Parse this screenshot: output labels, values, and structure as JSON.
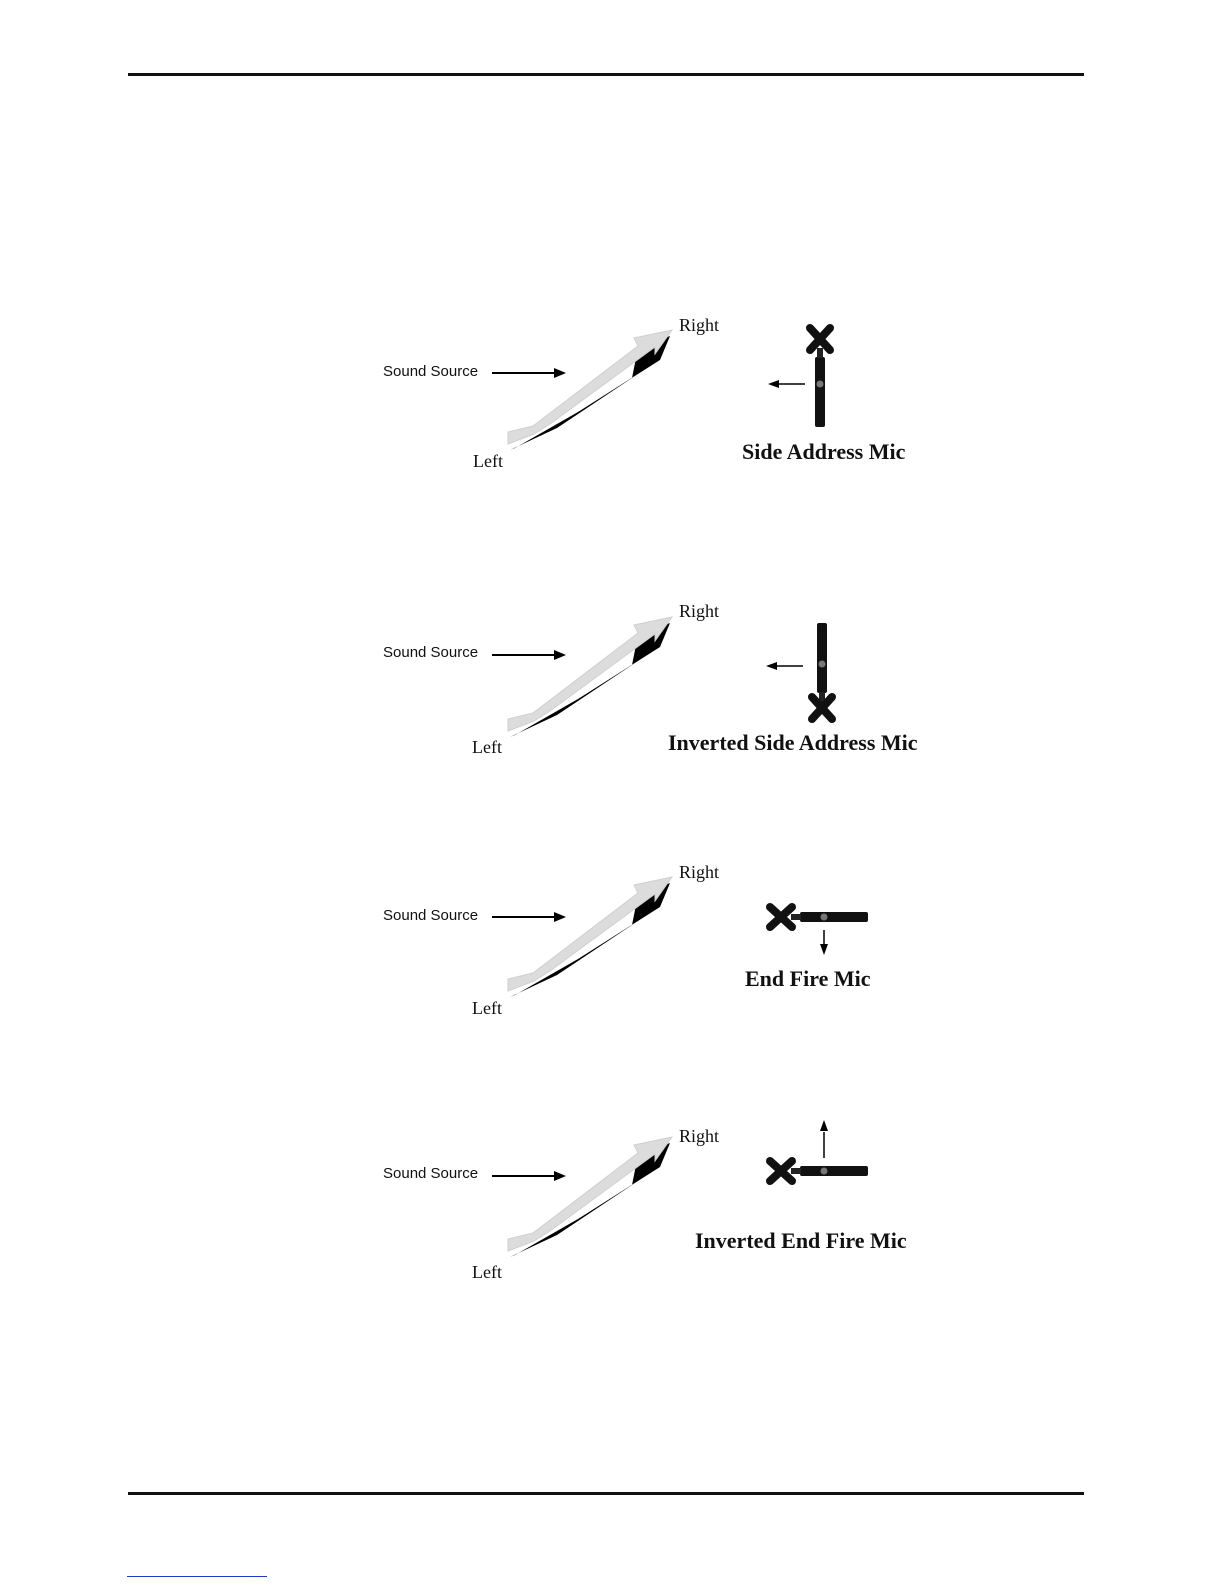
{
  "diagram": {
    "panels": [
      {
        "source_label": "Sound Source",
        "right_label": "Right",
        "left_label": "Left",
        "caption": "Side Address Mic"
      },
      {
        "source_label": "Sound Source",
        "right_label": "Right",
        "left_label": "Left",
        "caption": "Inverted Side Address Mic"
      },
      {
        "source_label": "Sound Source",
        "right_label": "Right",
        "left_label": "Left",
        "caption": "End Fire Mic"
      },
      {
        "source_label": "Sound Source",
        "right_label": "Right",
        "left_label": "Left",
        "caption": "Inverted End Fire Mic"
      }
    ]
  }
}
